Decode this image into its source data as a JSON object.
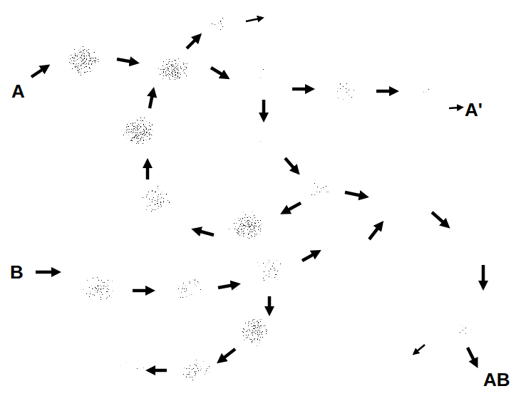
{
  "diagram": {
    "labels": [
      "A",
      "A'",
      "B",
      "AB"
    ]
  }
}
